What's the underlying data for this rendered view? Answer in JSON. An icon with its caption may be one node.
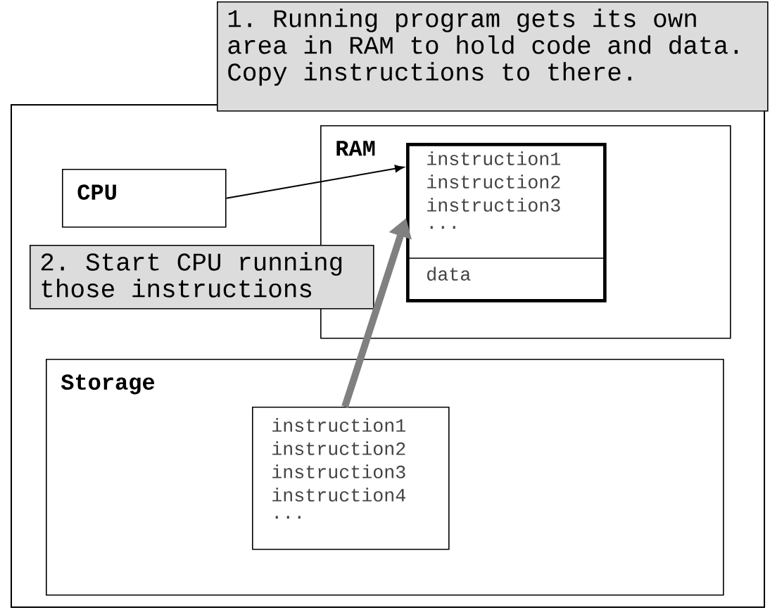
{
  "diagram": {
    "nodes": [
      {
        "text": [],
        "shape": "box"
      },
      {
        "text": [
          "1. Running program gets its own area in RAM to hold code and data. Copy instructions to there."
        ]
      },
      {
        "text": [
          "RAM"
        ],
        "in": 0
      },
      {
        "text": [
          "instruction1",
          "instruction2",
          "instruction3",
          "...",
          "data"
        ],
        "in": 2
      },
      {
        "text": [
          "CPU"
        ],
        "in": 0
      },
      {
        "text": [
          "2. Start CPU running those instructions"
        ],
        "in": 0
      },
      {
        "text": [
          "Storage"
        ],
        "in": 0
      },
      {
        "text": [
          "instruction1",
          "instruction2",
          "instruction3",
          "instruction4",
          "..."
        ],
        "in": 6
      }
    ],
    "edges": [
      {
        "from": 4,
        "to": 3,
        "arrow": "to"
      },
      {
        "from": 7,
        "to": 3,
        "arrow": "to",
        "style": "thick",
        "color": "#808080"
      }
    ]
  }
}
